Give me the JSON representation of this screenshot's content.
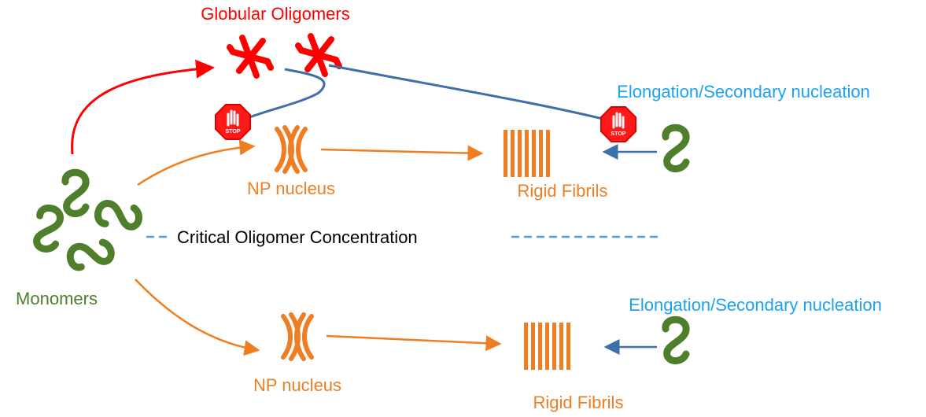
{
  "title": "Globular Oligomers",
  "labels": {
    "monomers": "Monomers",
    "np_nucleus_top": "NP nucleus",
    "np_nucleus_bottom": "NP nucleus",
    "rigid_fibrils_top": "Rigid Fibrils",
    "rigid_fibrils_bottom": "Rigid Fibrils",
    "elongation_top": "Elongation/Secondary nucleation",
    "elongation_bottom": "Elongation/Secondary nucleation",
    "critical": "Critical Oligomer Concentration",
    "stop_sign_text": "STOP"
  },
  "colors": {
    "oligomer": "#ff0000",
    "pathway": "#ef7d22",
    "monomer": "#4f7f2b",
    "inhibition_line": "#3d6fa8",
    "elongation_text": "#1da1f2",
    "threshold_line": "#5b9bd5"
  }
}
